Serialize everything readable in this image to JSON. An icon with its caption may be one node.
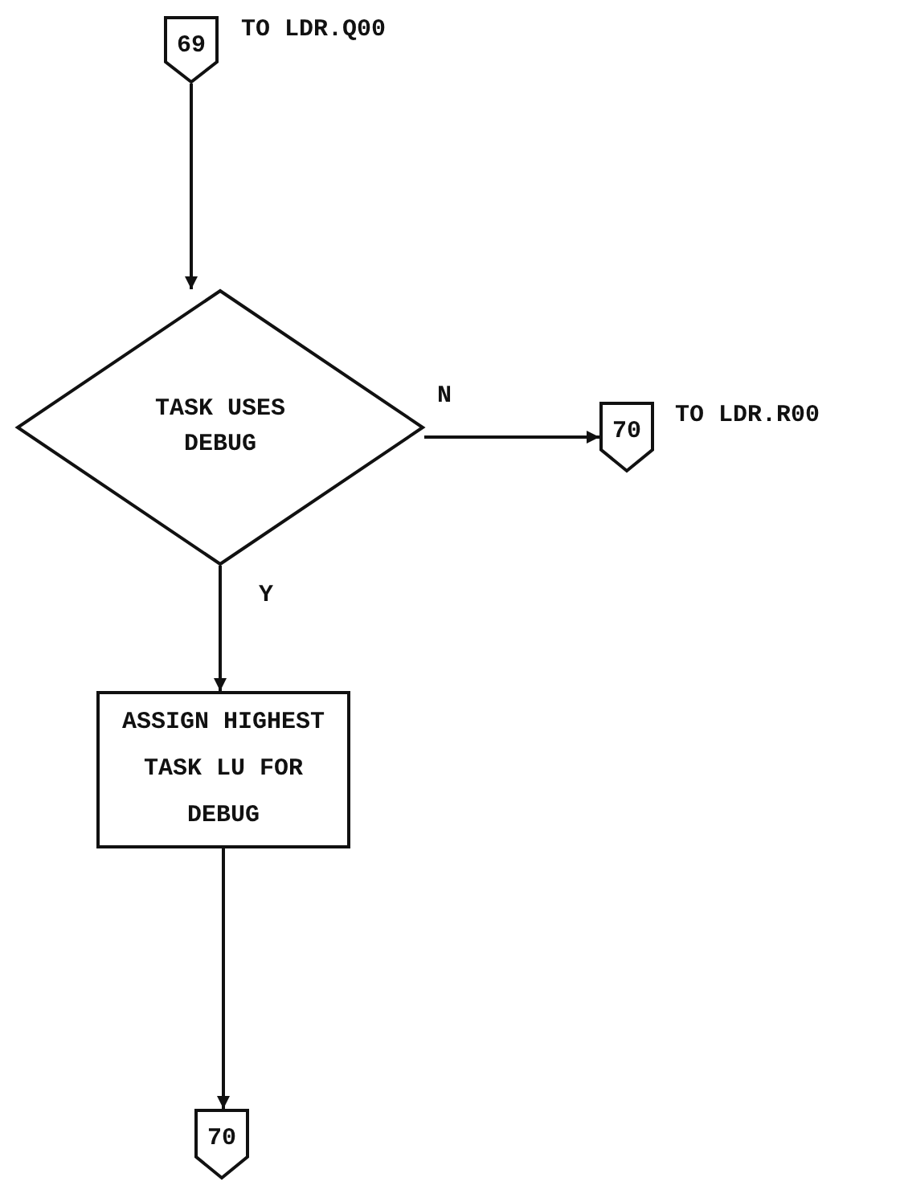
{
  "diagram": {
    "nodes": [
      {
        "text": [
          "69"
        ],
        "beside": [
          "TO LDR.Q00"
        ]
      },
      {
        "text": [
          "TASK USES DEBUG"
        ]
      },
      {
        "text": [
          "70"
        ],
        "beside": [
          "TO LDR.R00"
        ]
      },
      {
        "text": [
          "ASSIGN HIGHEST TASK LU FOR DEBUG"
        ]
      },
      {
        "text": [
          "70"
        ]
      }
    ],
    "edges": [
      {
        "from": 0,
        "to": 1,
        "arrow": "to"
      },
      {
        "from": 1,
        "to": 2,
        "arrow": "to",
        "label": "N"
      },
      {
        "from": 1,
        "to": 3,
        "arrow": "to",
        "label": "Y"
      },
      {
        "from": 3,
        "to": 4,
        "arrow": "to"
      }
    ]
  }
}
